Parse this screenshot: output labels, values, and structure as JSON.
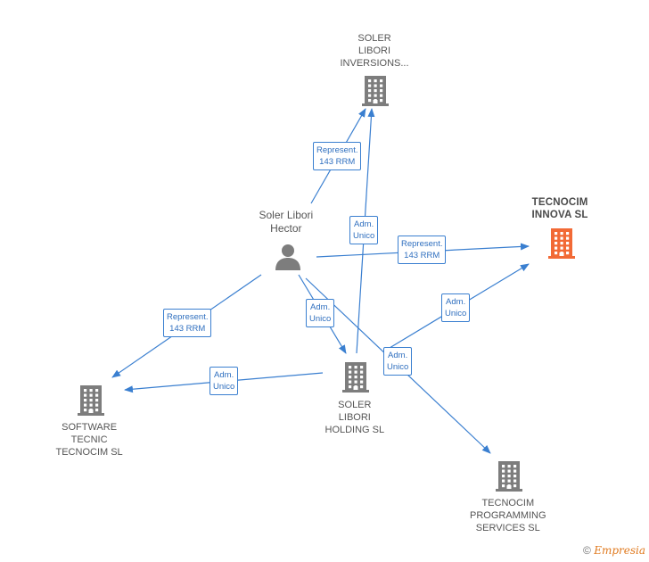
{
  "colors": {
    "node_gray": "#7d7d7d",
    "node_highlight": "#f26a36",
    "edge": "#3a7fd0",
    "label_text": "#2f6fbf"
  },
  "nodes": [
    {
      "id": "soler_libori_inversions",
      "icon": "building-icon",
      "lines": [
        "SOLER",
        "LIBORI",
        "INVERSIONS..."
      ]
    },
    {
      "id": "tecnocim_innova",
      "icon": "building-icon",
      "highlight": true,
      "lines": [
        "TECNOCIM",
        "INNOVA  SL"
      ]
    },
    {
      "id": "soler_libori_hector",
      "icon": "person-icon",
      "lines": [
        "Soler Libori",
        "Hector"
      ]
    },
    {
      "id": "soler_libori_holding",
      "icon": "building-icon",
      "lines": [
        "SOLER",
        "LIBORI",
        "HOLDING  SL"
      ]
    },
    {
      "id": "software_tecnic_tecnocim",
      "icon": "building-icon",
      "lines": [
        "SOFTWARE",
        "TECNIC",
        "TECNOCIM SL"
      ]
    },
    {
      "id": "tecnocim_programming",
      "icon": "building-icon",
      "lines": [
        "TECNOCIM",
        "PROGRAMMING",
        "SERVICES  SL"
      ]
    }
  ],
  "edges": [
    {
      "from": "soler_libori_hector",
      "to": "soler_libori_inversions",
      "lines": [
        "Represent.",
        "143 RRM"
      ]
    },
    {
      "from": "soler_libori_holding",
      "to": "soler_libori_inversions",
      "lines": [
        "Adm.",
        "Unico"
      ]
    },
    {
      "from": "soler_libori_hector",
      "to": "tecnocim_innova",
      "lines": [
        "Represent.",
        "143 RRM"
      ]
    },
    {
      "from": "soler_libori_hector",
      "to": "software_tecnic_tecnocim",
      "lines": [
        "Represent.",
        "143 RRM"
      ]
    },
    {
      "from": "soler_libori_hector",
      "to": "soler_libori_holding",
      "lines": [
        "Adm.",
        "Unico"
      ]
    },
    {
      "from": "soler_libori_holding",
      "to": "tecnocim_innova",
      "lines": [
        "Adm.",
        "Unico"
      ]
    },
    {
      "from": "soler_libori_holding",
      "to": "software_tecnic_tecnocim",
      "lines": [
        "Adm.",
        "Unico"
      ]
    },
    {
      "from": "soler_libori_hector",
      "to": "tecnocim_programming",
      "lines": [
        "Adm.",
        "Unico"
      ]
    }
  ],
  "footer": {
    "copyright": "©",
    "brand": "Empresia"
  }
}
